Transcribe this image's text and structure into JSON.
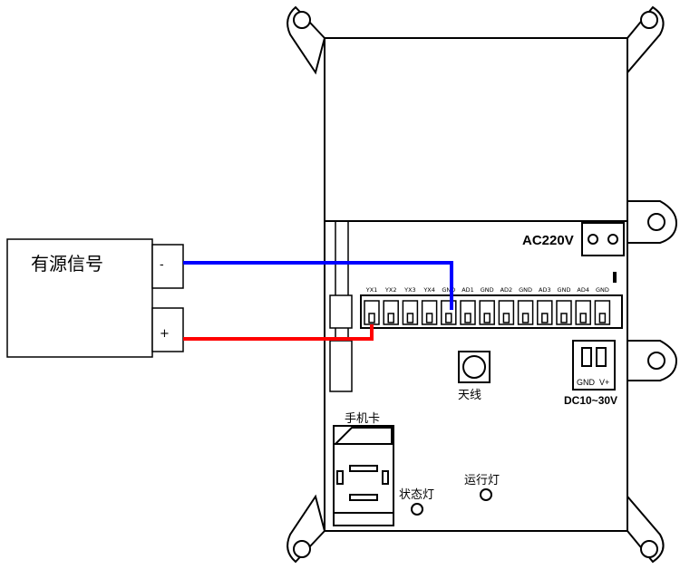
{
  "signal_source": {
    "label": "有源信号",
    "minus": "-",
    "plus": "+"
  },
  "device": {
    "ac_label": "AC220V",
    "terminals": [
      "YX1",
      "YX2",
      "YX3",
      "YX4",
      "GND",
      "AD1",
      "GND",
      "AD2",
      "GND",
      "AD3",
      "GND",
      "AD4",
      "GND"
    ],
    "antenna_label": "天线",
    "dc_label": "DC10~30V",
    "dc_pins": [
      "GND",
      "V+"
    ],
    "sim_label": "手机卡",
    "status_led_label": "状态灯",
    "run_led_label": "运行灯"
  },
  "colors": {
    "negative_wire": "#0000ff",
    "positive_wire": "#ff0000",
    "outline": "#000000"
  }
}
